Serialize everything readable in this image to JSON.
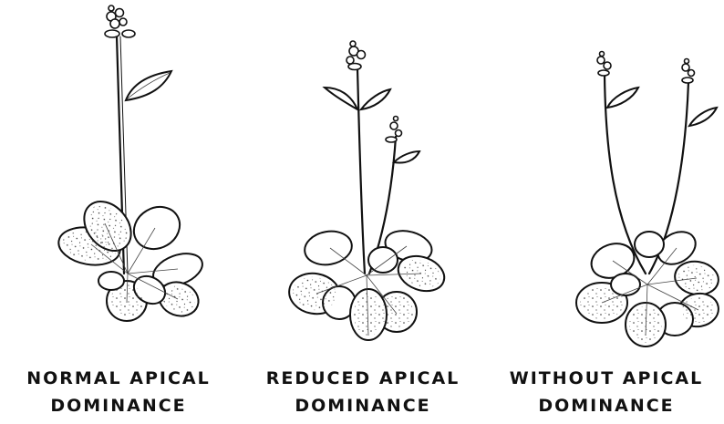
{
  "figure": {
    "plants": [
      {
        "id": "normal",
        "caption_line1": "NORMAL APICAL",
        "caption_line2": "DOMINANCE"
      },
      {
        "id": "reduced",
        "caption_line1": "REDUCED APICAL",
        "caption_line2": "DOMINANCE"
      },
      {
        "id": "without",
        "caption_line1": "WITHOUT APICAL",
        "caption_line2": "DOMINANCE"
      }
    ]
  },
  "colors": {
    "ink": "#111111",
    "background": "#ffffff"
  }
}
